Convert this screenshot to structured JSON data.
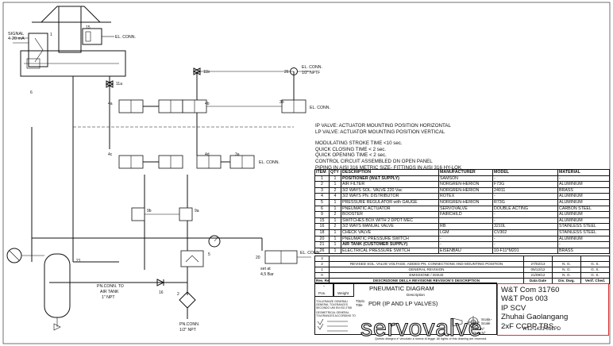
{
  "diagram": {
    "signal_label": "SIGNAL\n4-20 mA",
    "tags": {
      "t1": "1",
      "t15": "15",
      "t11a": "11a",
      "t11b": "11b",
      "t6": "6",
      "t4a": "4a",
      "t4b": "4b",
      "t3b": "3b",
      "t26": "26",
      "t4c": "4c",
      "t4d": "4d",
      "t3a": "3a",
      "t9b": "9b",
      "t9a": "9a",
      "t21": "21",
      "t5": "5",
      "t20": "20",
      "t16": "16",
      "t2": "2"
    },
    "el_conn_1": "EL. CONN.",
    "el_conn_2": "EL. CONN.",
    "el_conn_3": "EL. CONN.",
    "el_conn_4": "EL. CONN.",
    "el_conn_26_a": "EL. CONN.",
    "el_conn_26_b": "1/2\" NPTF",
    "setat_a": "set at",
    "setat_b": "4,5 Bar",
    "pn_tank_a": "PN.CONN. TO",
    "pn_tank_b": "AIR TANK",
    "pn_tank_c": "1\" NPT",
    "pn_conn_a": "PN.CONN.",
    "pn_conn_b": "1/2\" NPT"
  },
  "notes": [
    "IP VALVE: ACTUATOR MOUNTING POSITION HORIZONTAL",
    "LP VALVE: ACTUATOR MOUNTING POSITION VERTICAL",
    "",
    "MODULATING STROKE TIME <10 sec.",
    "QUICK CLOSING TIME < 2 sec.",
    "QUICK OPENING TIME < 2 sec.",
    "CONTROL CIRCUIT ASSEMBLED ON OPEN PANEL",
    "PIPING IN AISI 316 METRIC SIZE- FITTINGS IN AISI 316 HY-LOK"
  ],
  "bom": {
    "headers": [
      "ITEM",
      "QTY",
      "DESCRIPTION",
      "MANUFACTURER",
      "MODEL",
      "MATERIAL"
    ],
    "rows": [
      [
        "1",
        "1",
        "POSITIONER (W&T SUPPLY)",
        "SAMSON",
        "-",
        "-"
      ],
      [
        "2",
        "1",
        "AIR FILTER",
        "NORGREN-HERION",
        "F73G",
        "ALUMINIUM"
      ],
      [
        "3",
        "2",
        "3/2 WAYS SOL. VALVE 220 Vac",
        "NORGREN-HERION",
        "24011",
        "BRASS"
      ],
      [
        "4",
        "4",
        "3/2 WAYS PN. DISTRIBUTOR",
        "ROTEX",
        "-",
        "ALUMINIUM"
      ],
      [
        "5",
        "1",
        "PRESSURE REGULATOR with GAUGE",
        "NORGREN-HERION",
        "R73G",
        "ALUMINIUM"
      ],
      [
        "6",
        "1",
        "PNEUMATIC ACTUATOR",
        "SERVOVALVE",
        "DOUBLE ACTING",
        "CARBON STEEL"
      ],
      [
        "9",
        "2",
        "BOOSTER",
        "FAIRCHILD",
        "-",
        "ALUMINIUM"
      ],
      [
        "15",
        "1",
        "SWITCHES BOX WITH 2 DPDT MEC",
        "",
        "-",
        "ALUMINIUM"
      ],
      [
        "16",
        "2",
        "3/2 WAYS MANUAL VALVE",
        "RB",
        "3210L",
        "STAINLESS STEEL"
      ],
      [
        "18",
        "1",
        "CHECK VALVE",
        "LGM",
        "CV302",
        "STAINLESS STEEL"
      ],
      [
        "20",
        "1",
        "PNEUMATIC PRESSURE SWITCH",
        "-",
        "-",
        "ALUMINIUM"
      ],
      [
        "21",
        "1",
        "AIR TANK (CUSTOMER SUPPLY)",
        "-",
        "-",
        "-"
      ],
      [
        "26",
        "1",
        "ELECTRICAL PRESSURE SWITCH",
        "EISENBAU",
        "10-F11*M201",
        "BRASS"
      ]
    ]
  },
  "revisions": {
    "rows": [
      [
        "3",
        "",
        "",
        "",
        ""
      ],
      [
        "2",
        "REVISED SOL. VALVE VOLTAGE, ADDED PN. CONNECTIONS AND MOUNTING POSITION",
        "27/02/13",
        "N. G.",
        "G. S."
      ],
      [
        "1",
        "GENERAL REVISION",
        "05/12/12",
        "N. G.",
        "G. S."
      ],
      [
        "0",
        "EMISSIONE / ISSUE",
        "21/09/12",
        "N. G.",
        "G. S."
      ]
    ],
    "footer": [
      "Rev.\nRev.",
      "DESCRIZIONE DELLA REVISIONE\nREVISION'S DESCRIPTION",
      "Data\nDate",
      "Dis.\nDwg.",
      "Verif.\nChed."
    ]
  },
  "title_block": {
    "pos_label": "Pos.",
    "weight_label": "Weight",
    "dash": "-",
    "description_label": "Description",
    "diagram_title": "PNEUMATIC DIAGRAM",
    "titolo_label": "Titolo\nTitle",
    "title_value": "PDR (IP AND LP VALVES)",
    "tolerance_text": "TOLLERANZE GENERALI\nGENERAL TOLERANCES\nSECONDO UNI EN ISO 2768",
    "geometric_text": "GEOMETRICAL GENERAL\nTOLERANCES ACCORDING TO",
    "brand": "servovalve",
    "scale_label": "Scala\nScale",
    "scale_value": "-",
    "dis_label": "Dis. N°\nDwg N°",
    "drawing_number": "W12-1431-012PD",
    "footer_note": "Questo disegno e' vincolato a norma di legge.   All rights of this drawing are reserved."
  },
  "stamp": {
    "lines": [
      "W&T Com 31760",
      "W&T Pos 003",
      "IP SCV",
      "Zhuhai Gaolangang",
      "2xF CCPP TBS"
    ]
  }
}
